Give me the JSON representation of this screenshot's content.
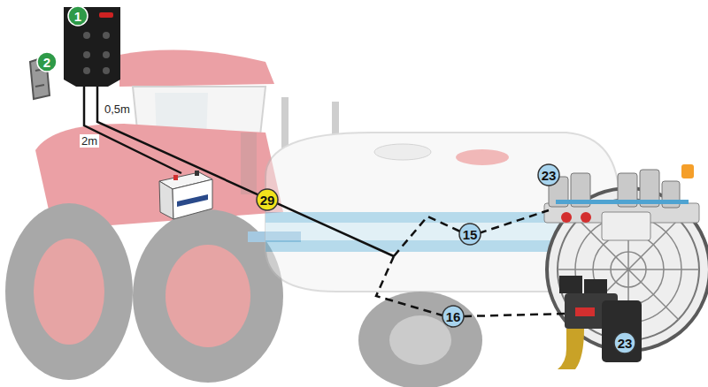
{
  "diagram": {
    "labels": [
      "1",
      "2",
      "0,5m",
      "2m",
      "29",
      "23",
      "15",
      "16",
      "23"
    ]
  }
}
